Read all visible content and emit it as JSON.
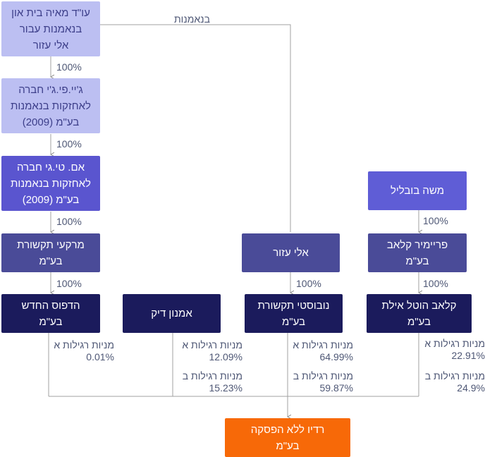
{
  "boxes": {
    "trustee": "עו\"ד מאיה בית און\nבנאמנות עבור\nאלי עזור",
    "jpg": "ג'יי.פי.ג'י חברה\nלאחזקות בנאמנות\nבע\"מ (2009)",
    "mtg": "אם. טי.גי חברה\nלאחזקות בנאמנות\nבע\"מ (2009)",
    "merkaei": "מרקעי תקשורת\nבע\"מ",
    "hadfus": "הדפוס החדש\nבע\"מ",
    "amnon": "אמנון דיק",
    "eli": "אלי עזור",
    "nobosti": "נובוסטי תקשורת\nבע\"מ",
    "moshe": "משה בובליל",
    "premier": "פריימיר קלאב\nבע\"מ",
    "klab": "קלאב הוטל אילת\nבע\"מ",
    "radio": "רדיו ללא הפסקה\nבע\"מ"
  },
  "trust_label": "בנאמנות",
  "percent_links": {
    "trustee_jpg": "100%",
    "jpg_mtg": "100%",
    "mtg_merkaei": "100%",
    "merkaei_hadfus": "100%",
    "eli_nobosti": "100%",
    "moshe_premier": "100%",
    "premier_klab": "100%"
  },
  "share_labels": {
    "hadfus_a": {
      "name": "מניות רגילות א",
      "value": "0.01%"
    },
    "amnon_a": {
      "name": "מניות רגילות א",
      "value": "12.09%"
    },
    "amnon_b": {
      "name": "מניות רגילות ב",
      "value": "15.23%"
    },
    "nobosti_a": {
      "name": "מניות רגילות א",
      "value": "64.99%"
    },
    "nobosti_b": {
      "name": "מניות רגילות ב",
      "value": "59.87%"
    },
    "klab_a": {
      "name": "מניות רגילות א",
      "value": "22.91%"
    },
    "klab_b": {
      "name": "מניות רגילות ב",
      "value": "24.9%"
    }
  },
  "colors": {
    "light": "#bcbff2",
    "mid": "#5a55cf",
    "slate": "#4a4b98",
    "dark": "#1b1b5c",
    "accent": "#f76908",
    "line": "#9a9a9a"
  }
}
